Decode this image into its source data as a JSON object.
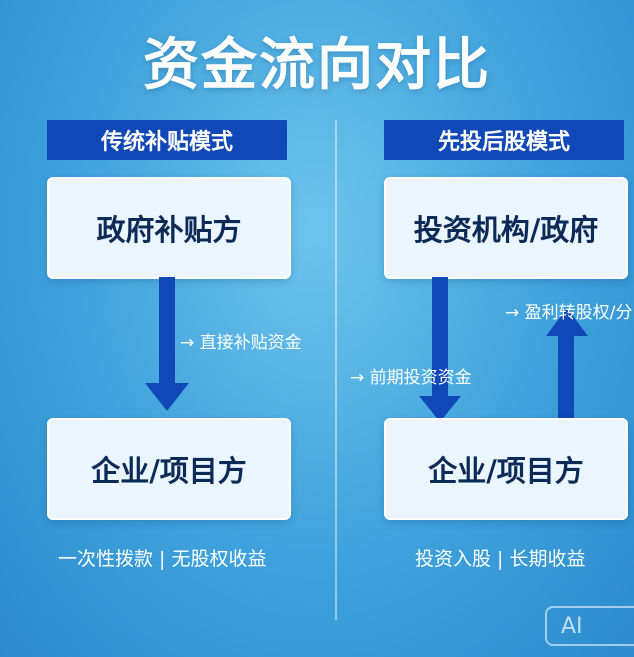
{
  "title": "资金流向对比",
  "left": {
    "header": "传统补贴模式",
    "top_box": "政府补贴方",
    "arrow_label": "→ 直接补贴资金",
    "bottom_box": "企业/项目方",
    "footer": "一次性拨款 | 无股权收益"
  },
  "right": {
    "header": "先投后股模式",
    "top_box": "投资机构/政府",
    "down_arrow_label": "→ 前期投资资金",
    "up_arrow_label": "→ 盈利转股权/分",
    "bottom_box": "企业/项目方",
    "footer": "投资入股 | 长期收益"
  },
  "watermark": "AI",
  "colors": {
    "header_bg": "#1148b8",
    "arrow": "#1148b8",
    "box_bg": "#eaf5fd",
    "box_text": "#0b2a55"
  }
}
